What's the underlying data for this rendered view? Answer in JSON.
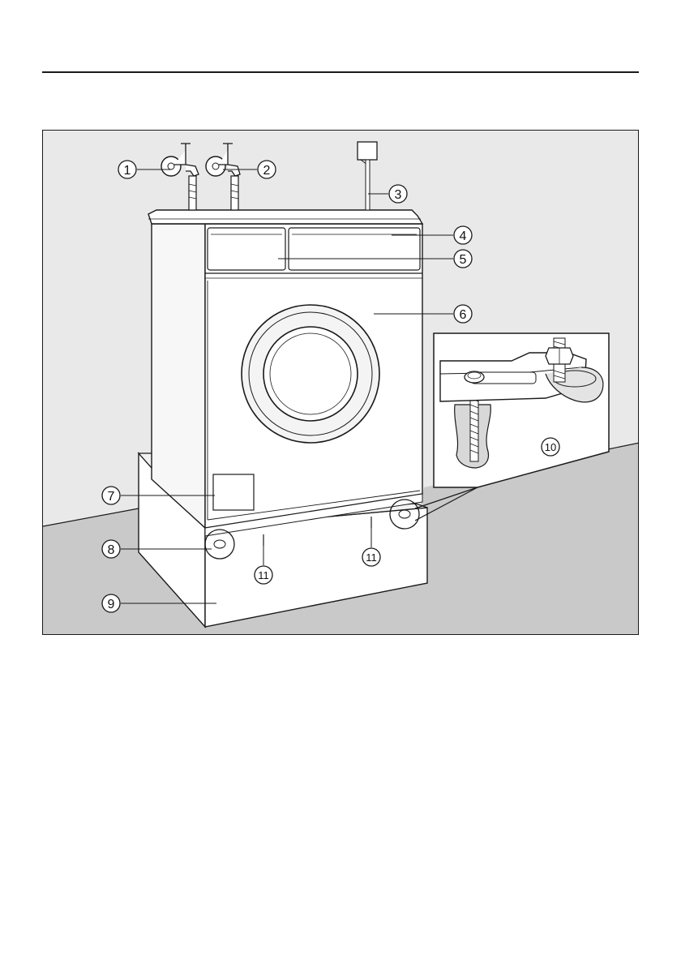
{
  "callouts": [
    {
      "id": "1",
      "label": "1"
    },
    {
      "id": "2",
      "label": "2"
    },
    {
      "id": "3",
      "label": "3"
    },
    {
      "id": "4",
      "label": "4"
    },
    {
      "id": "5",
      "label": "5"
    },
    {
      "id": "6",
      "label": "6"
    },
    {
      "id": "7",
      "label": "7"
    },
    {
      "id": "8",
      "label": "8"
    },
    {
      "id": "9",
      "label": "9"
    },
    {
      "id": "10",
      "label": "10"
    },
    {
      "id": "11a",
      "label": "11"
    },
    {
      "id": "11b",
      "label": "11"
    }
  ],
  "colors": {
    "wall": "#e9e9e9",
    "floor": "#c9c9c9",
    "line": "#1a1a1a",
    "machine": "#ffffff",
    "inset_bg": "#ffffff"
  }
}
